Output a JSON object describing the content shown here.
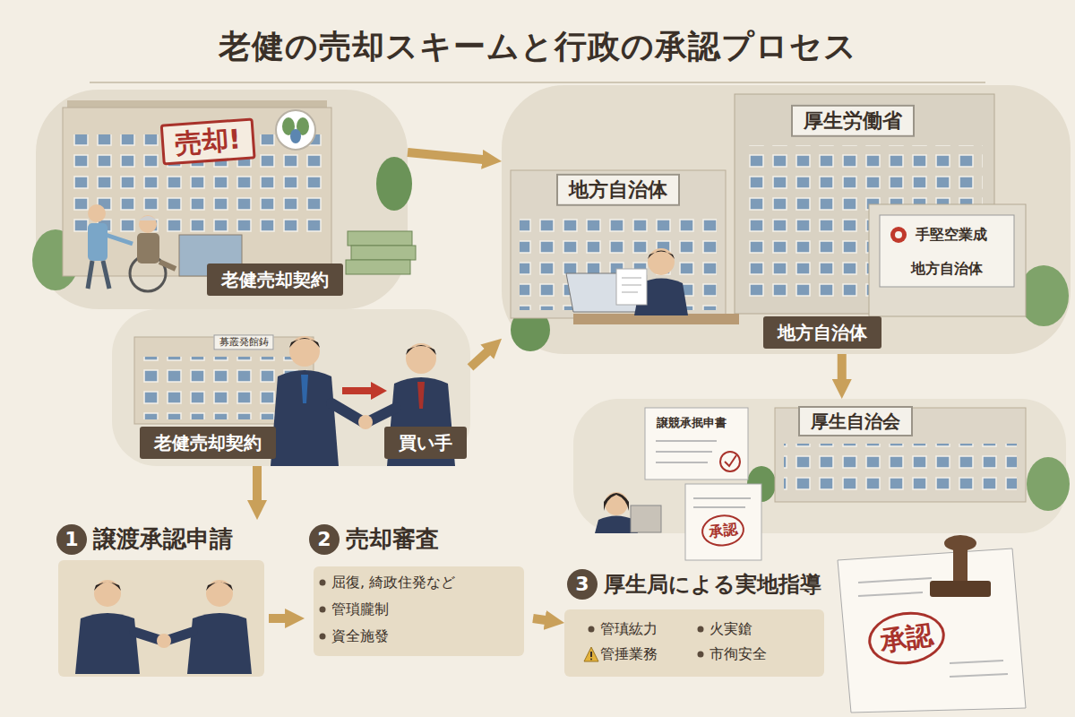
{
  "diagram": {
    "title": "老健の売却スキームと行政の承認プロセス",
    "nodes": [
      {
        "text": [
          "売却!",
          "老健売却契約"
        ]
      },
      {
        "text": [
          "募叢発館鋳",
          "老健売却契約",
          "買い手"
        ]
      },
      {
        "text": [
          "厚生労働省",
          "地方自治体",
          "手堅空業成",
          "地方自治体",
          "地方自治体"
        ]
      },
      {
        "text": [
          "譲競承抿申書",
          "厚生自治会"
        ]
      },
      {
        "text": [
          "1",
          "譲渡承認申請"
        ]
      },
      {
        "text": [
          "2",
          "売却審査",
          "屈復, 綺政住発など",
          "管瑣朧制",
          "資全施發"
        ]
      },
      {
        "text": [
          "3",
          "厚生局による実地指導",
          "管瑱紘力",
          "火実鎗",
          "管捶業務",
          "市徇安全"
        ]
      }
    ],
    "edges": [
      {
        "from": 0,
        "to": 2,
        "arrow": "to"
      },
      {
        "from": 1,
        "to": 2,
        "arrow": "to"
      },
      {
        "from": 2,
        "to": 3,
        "arrow": "to"
      },
      {
        "from": 1,
        "to": 4,
        "arrow": "to"
      },
      {
        "from": 4,
        "to": 5,
        "arrow": "to"
      },
      {
        "from": 5,
        "to": 6,
        "arrow": "to"
      }
    ],
    "labels": [
      "承認",
      "承認"
    ]
  }
}
